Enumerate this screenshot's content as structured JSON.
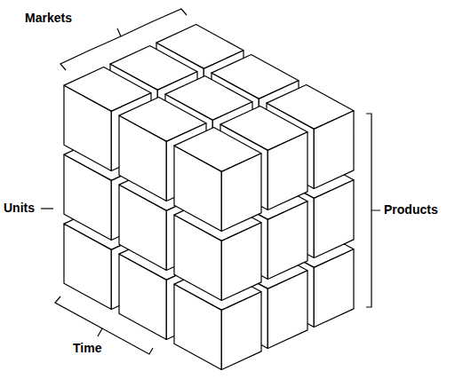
{
  "diagram": {
    "labels": [
      "Markets",
      "Units",
      "Products",
      "Time"
    ]
  }
}
